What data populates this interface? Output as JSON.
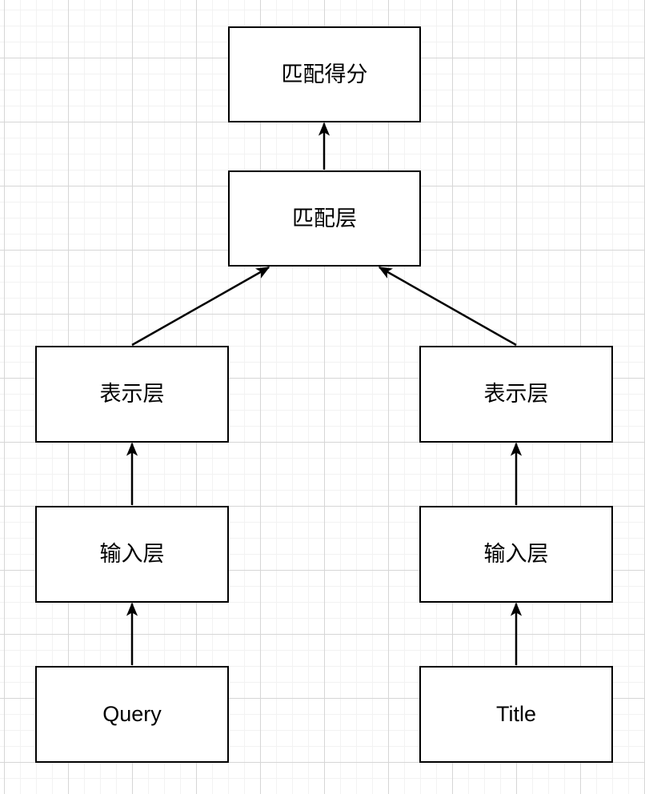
{
  "diagram": {
    "description": "Text matching model architecture flowchart on grid canvas",
    "nodes": [
      {
        "id": "match-score",
        "label": "匹配得分"
      },
      {
        "id": "match-layer",
        "label": "匹配层"
      },
      {
        "id": "repr-query",
        "label": "表示层"
      },
      {
        "id": "repr-title",
        "label": "表示层"
      },
      {
        "id": "input-query",
        "label": "输入层"
      },
      {
        "id": "input-title",
        "label": "输入层"
      },
      {
        "id": "query",
        "label": "Query"
      },
      {
        "id": "title",
        "label": "Title"
      }
    ],
    "edges": [
      {
        "from": "match-layer",
        "to": "match-score"
      },
      {
        "from": "repr-query",
        "to": "match-layer"
      },
      {
        "from": "repr-title",
        "to": "match-layer"
      },
      {
        "from": "input-query",
        "to": "repr-query"
      },
      {
        "from": "input-title",
        "to": "repr-title"
      },
      {
        "from": "query",
        "to": "input-query"
      },
      {
        "from": "title",
        "to": "input-title"
      }
    ],
    "colors": {
      "stroke": "#000000",
      "node_fill": "#ffffff",
      "background": "#ffffff",
      "grid_minor": "#f2f2f2",
      "grid_major": "#d6d6d6"
    }
  }
}
